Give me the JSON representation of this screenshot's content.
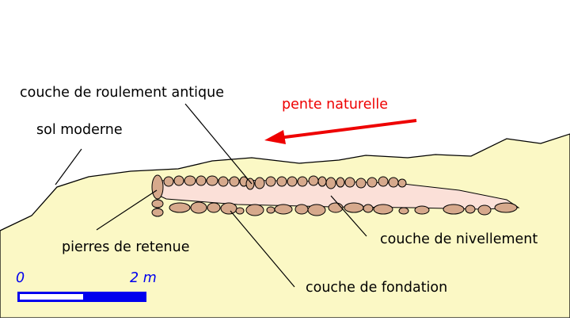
{
  "labels": {
    "antique_surface": "couche de roulement antique",
    "natural_slope": "pente naturelle",
    "modern_ground": "sol moderne",
    "retaining_stones": "pierres de retenue",
    "leveling_layer": "couche de nivellement",
    "foundation_layer": "couche de fondation"
  },
  "scale": {
    "start_label": "0",
    "end_label": "2 m"
  },
  "colors": {
    "ground": "#fbf8c5",
    "stone": "#d6a98c",
    "leveling": "#fbe0d8",
    "slope_arrow": "#ee0000",
    "scale_blue": "#0000ee",
    "outline": "#000000"
  }
}
